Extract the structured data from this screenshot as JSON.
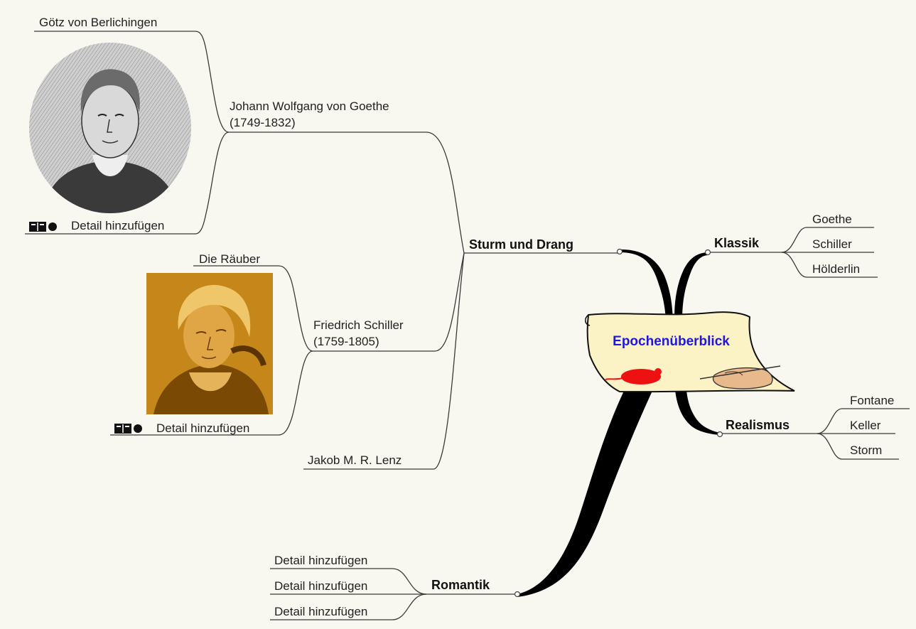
{
  "center": {
    "label": "Epochenüberblick"
  },
  "branches": {
    "sturm": {
      "label": "Sturm und Drang",
      "goethe": {
        "name": "Johann Wolfgang von Goethe",
        "years": "(1749-1832)",
        "work": "Götz von Berlichingen",
        "detail": "Detail hinzufügen"
      },
      "schiller": {
        "name": "Friedrich Schiller",
        "years": "(1759-1805)",
        "work": "Die Räuber",
        "detail": "Detail hinzufügen"
      },
      "lenz": {
        "name": "Jakob M. R. Lenz"
      }
    },
    "klassik": {
      "label": "Klassik",
      "items": [
        "Goethe",
        "Schiller",
        "Hölderlin"
      ]
    },
    "realismus": {
      "label": "Realismus",
      "items": [
        "Fontane",
        "Keller",
        "Storm"
      ]
    },
    "romantik": {
      "label": "Romantik",
      "items": [
        "Detail hinzufügen",
        "Detail hinzufügen",
        "Detail hinzufügen"
      ]
    }
  },
  "icons": {
    "detail": "book-and-dot-icon",
    "goethe_portrait": "goethe-portrait-icon",
    "schiller_portrait": "schiller-portrait-icon",
    "center_image": "scroll-with-hand-and-rat-icon"
  },
  "colors": {
    "background": "#f8f7f0",
    "center_label": "#1f17e0",
    "branch": "#000000",
    "line": "#3a3a3a",
    "scroll_fill": "#fbf3c6",
    "rat": "#ee1111",
    "schiller_tint": "#c5861a"
  }
}
